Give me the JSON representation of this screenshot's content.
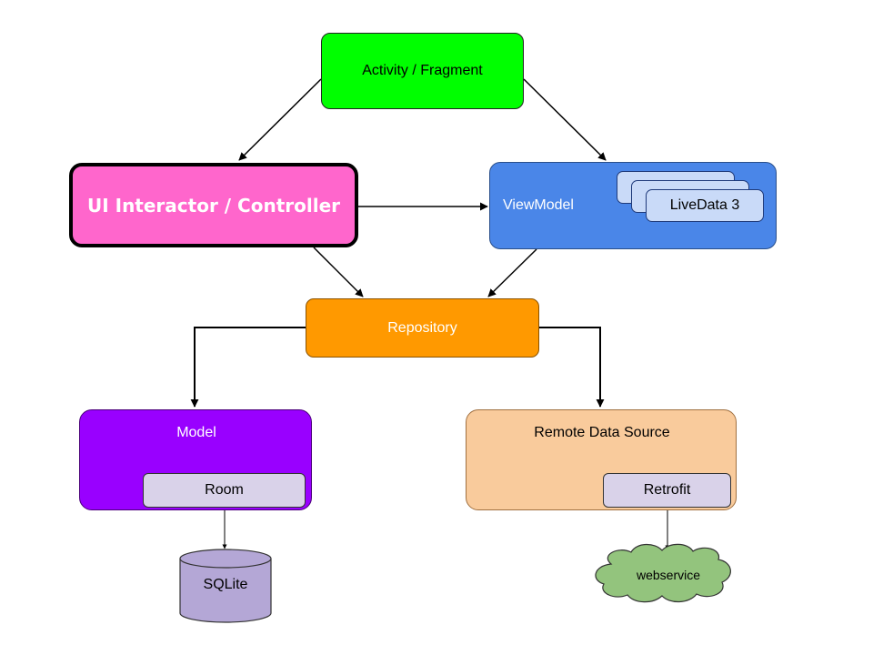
{
  "nodes": {
    "activity": "Activity / Fragment",
    "controller": "UI Interactor / Controller",
    "viewmodel": "ViewModel",
    "livedata": "LiveData 3",
    "repository": "Repository",
    "model": "Model",
    "room": "Room",
    "remote": "Remote Data Source",
    "retrofit": "Retrofit",
    "sqlite": "SQLite",
    "webservice": "webservice"
  },
  "colors": {
    "activity": "#00ff00",
    "controller": "#ff66cc",
    "viewmodel": "#4a86e8",
    "livedata": "#c9daf8",
    "repository": "#ff9900",
    "model": "#9900ff",
    "room": "#d9d2e9",
    "remote": "#f9cb9c",
    "retrofit": "#d9d2e9",
    "sqlite": "#b4a7d6",
    "webservice": "#93c47d"
  }
}
